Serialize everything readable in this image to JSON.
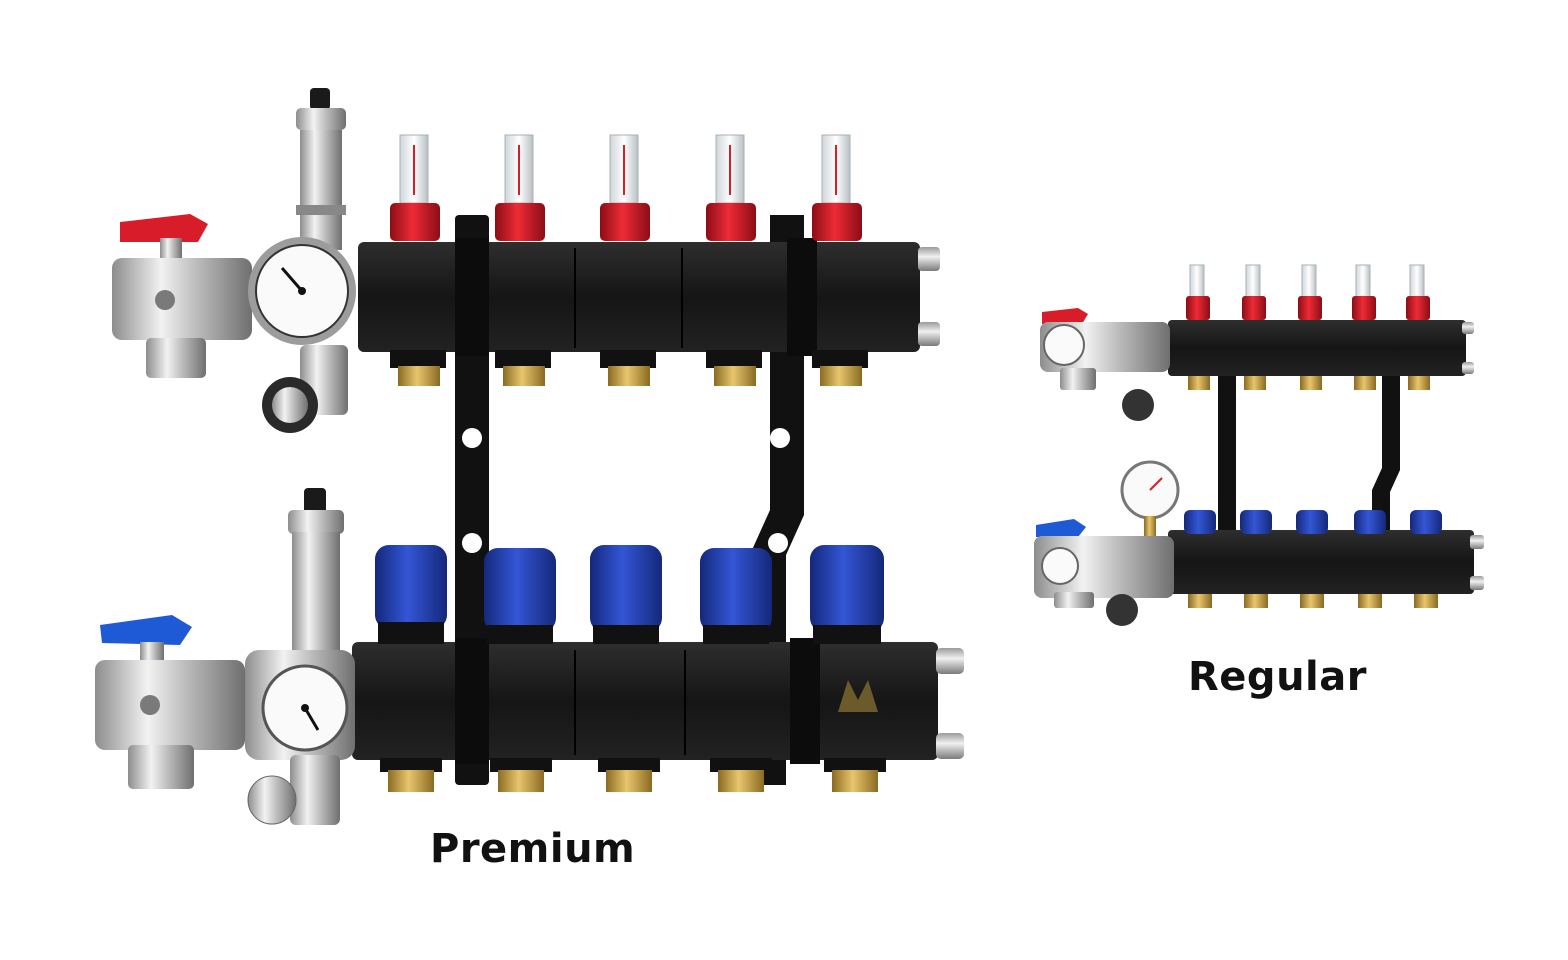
{
  "labels": {
    "premium": "Premium",
    "regular": "Regular"
  },
  "premium_manifold": {
    "circuits": 5,
    "flow_meter_color": "#d81c2a",
    "return_cap_color": "#1f3fb0",
    "supply_valve_handle_color": "#d81c2a",
    "return_valve_handle_color": "#1f5ad6",
    "body_color": "#1c1c1c",
    "fitting_color": "#c9a24a"
  },
  "regular_manifold": {
    "circuits": 5,
    "flow_meter_color": "#d81c2a",
    "return_cap_color": "#2a5bd0",
    "supply_valve_handle_color": "#d81c2a",
    "return_valve_handle_color": "#1f5ad6",
    "body_color": "#1c1c1c",
    "fitting_color": "#c9a24a"
  }
}
